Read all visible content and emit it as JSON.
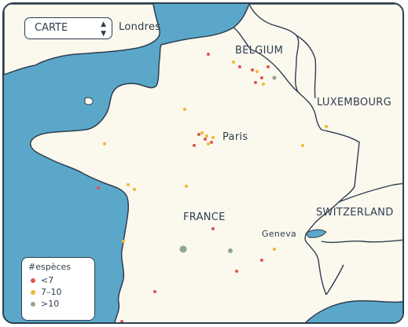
{
  "map_select": {
    "value": "CARTE"
  },
  "labels": {
    "londres": "Londres",
    "belgium": "BELGIUM",
    "luxembourg": "LUXEMBOURG",
    "paris": "Paris",
    "france": "FRANCE",
    "switzerland": "SWITZERLAND",
    "geneva": "Geneva"
  },
  "legend": {
    "title": "#espèces",
    "items": [
      {
        "label": "<7",
        "color": "#e0544a"
      },
      {
        "label": "7–10",
        "color": "#f2b731"
      },
      {
        "label": ">10",
        "color": "#8fa88a"
      }
    ]
  },
  "colors": {
    "sea": "#5ba7c9",
    "land": "#fbf8ee",
    "border": "#2e3e50"
  }
}
